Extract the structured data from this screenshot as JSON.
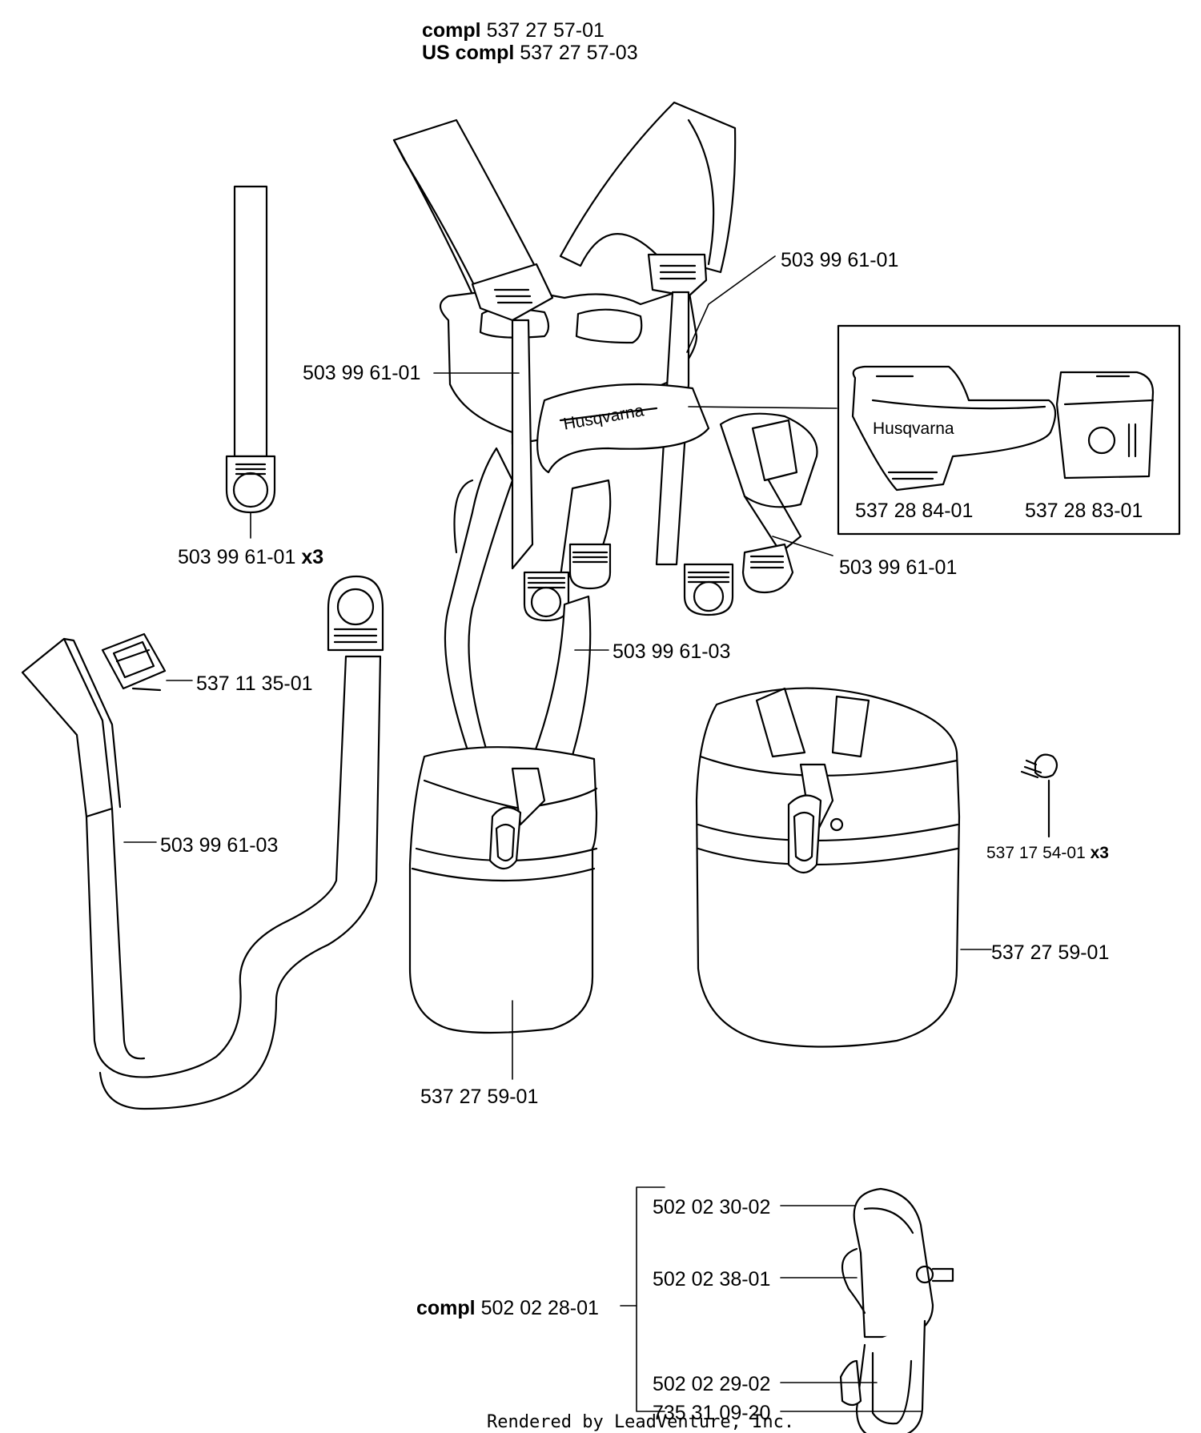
{
  "header": {
    "line1_bold": "compl",
    "line1_part": "537 27 57-01",
    "line2_bold": "US compl",
    "line2_part": "537 27 57-03"
  },
  "parts": {
    "strap_right_upper": "503 99 61-01",
    "strap_left_center": "503 99 61-01",
    "strap_single_x3": "503 99 61-01",
    "x3_suffix": "x3",
    "strap_lower_right": "503 99 61-01",
    "strap_long_center": "503 99 61-03",
    "strap_long_left": "503 99 61-03",
    "buckle": "537 11 35-01",
    "hip_pad_left": "537 27 59-01",
    "hip_pad_right": "537 27 59-01",
    "screw": "537 17 54-01",
    "screw_suffix": "x3",
    "inset_left": "537 28 84-01",
    "inset_right": "537 28 83-01",
    "hook_1": "502 02 30-02",
    "hook_2": "502 02 38-01",
    "hook_3": "502 02 29-02",
    "hook_4": "735 31 09-20",
    "hook_compl_bold": "compl",
    "hook_compl_part": "502 02 28-01"
  },
  "logo_text": "Husqvarna",
  "footer": "Rendered by LeadVenture, Inc."
}
